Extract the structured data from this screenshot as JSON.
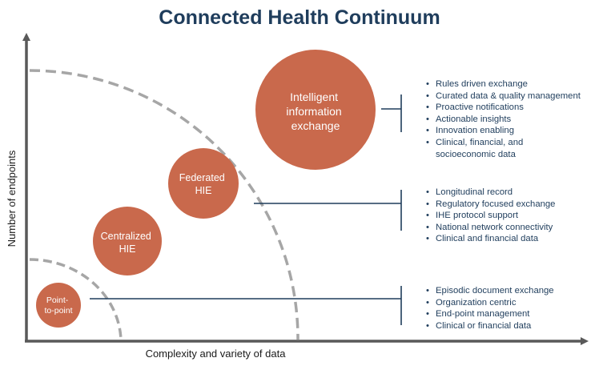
{
  "title": "Connected Health Continuum",
  "colors": {
    "bubble_fill": "#c9694c",
    "bubble_text": "#ffffff",
    "axis": "#595959",
    "arc": "#a6a6a6",
    "connector": "#1f3d5c",
    "title": "#1f3d5c"
  },
  "axes": {
    "x_label": "Complexity and variety of data",
    "y_label": "Number of endpoints"
  },
  "stages": [
    {
      "name": "Point-to-point",
      "label_lines": [
        "Point-",
        "to-point"
      ],
      "features": [
        "Episodic document exchange",
        "Organization centric",
        "End-point management",
        "Clinical or financial data"
      ]
    },
    {
      "name": "Centralized HIE",
      "label_lines": [
        "Centralized",
        "HIE"
      ],
      "features": []
    },
    {
      "name": "Federated HIE",
      "label_lines": [
        "Federated",
        "HIE"
      ],
      "features": [
        "Longitudinal record",
        "Regulatory focused exchange",
        "IHE protocol support",
        "National network connectivity",
        "Clinical and financial data"
      ]
    },
    {
      "name": "Intelligent information exchange",
      "label_lines": [
        "Intelligent",
        "information",
        "exchange"
      ],
      "features": [
        "Rules driven exchange",
        "Curated data & quality management",
        "Proactive notifications",
        "Actionable insights",
        "Innovation enabling",
        "Clinical, financial, and\nsocioeconomic data"
      ]
    }
  ]
}
